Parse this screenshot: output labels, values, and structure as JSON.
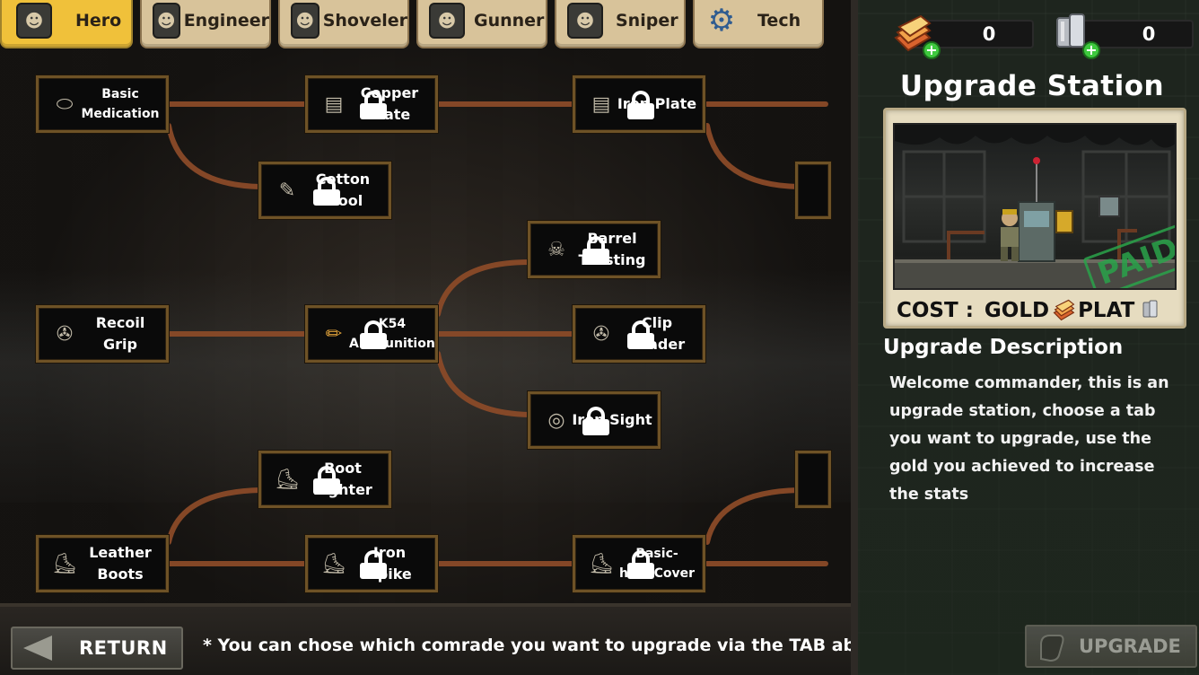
{
  "tabs": [
    {
      "label": "Hero",
      "icon": "hero-portrait-icon",
      "active": true
    },
    {
      "label": "Engineer",
      "icon": "engineer-portrait-icon",
      "active": false
    },
    {
      "label": "Shoveler",
      "icon": "shoveler-portrait-icon",
      "active": false
    },
    {
      "label": "Gunner",
      "icon": "gunner-portrait-icon",
      "active": false
    },
    {
      "label": "Sniper",
      "icon": "sniper-portrait-icon",
      "active": false
    },
    {
      "label": "Tech",
      "icon": "gear-icon",
      "active": false
    }
  ],
  "nodes": {
    "basic_medication": {
      "label": "Basic\nMedication",
      "icon": "pill-icon",
      "locked": false
    },
    "copper_plate": {
      "label": "Copper\nPlate",
      "icon": "vest-icon",
      "locked": true
    },
    "iron_plate": {
      "label": "Iron Plate",
      "icon": "vest-icon",
      "locked": true
    },
    "cotton_wool": {
      "label": "Cotton\nWool",
      "icon": "syringe-icon",
      "locked": true
    },
    "barrel_twisting": {
      "label": "Barrel\nTwisting",
      "icon": "skull-x2-icon",
      "locked": true
    },
    "recoil_grip": {
      "label": "Recoil\nGrip",
      "icon": "grip-icon",
      "locked": false
    },
    "k54_ammunition": {
      "label": "K54\nAmmunition",
      "icon": "bullet-icon",
      "locked": true
    },
    "clip_loader": {
      "label": "Clip\nLoader",
      "icon": "clip-icon",
      "locked": true
    },
    "iron_sight": {
      "label": "Iron Sight",
      "icon": "sight-icon",
      "locked": true
    },
    "boot_fighter": {
      "label": "Boot\nFighter",
      "icon": "boot-icon",
      "locked": true
    },
    "leather_boots": {
      "label": "Leather\nBoots",
      "icon": "boot-icon",
      "locked": false
    },
    "iron_spike": {
      "label": "Iron\nSpike",
      "icon": "boot-icon",
      "locked": true
    },
    "basic_heel_cover": {
      "label": "Basic-\nheel Cover",
      "icon": "boot-icon",
      "locked": true
    }
  },
  "bottom": {
    "return_label": "RETURN",
    "hint": "* You can chose which comrade you want to upgrade via the TAB above"
  },
  "currency": {
    "gold_value": "0",
    "plat_value": "0"
  },
  "panel": {
    "title": "Upgrade Station",
    "paid_stamp": "PAID",
    "cost_label": "COST :",
    "cost_gold": "GOLD",
    "cost_plat": "PLAT",
    "desc_heading": "Upgrade Description",
    "desc_text": "Welcome commander, this is an upgrade station, choose a tab you want to upgrade, use the gold you achieved to increase the stats",
    "upgrade_label": "UPGRADE"
  },
  "colors": {
    "tab_active": "#f0c13a",
    "tab_inactive": "#d8c39a",
    "node_border": "#6e5226",
    "connector": "#8a4a28",
    "plus_green": "#3ec93e",
    "paid_green": "#2aa34a"
  }
}
